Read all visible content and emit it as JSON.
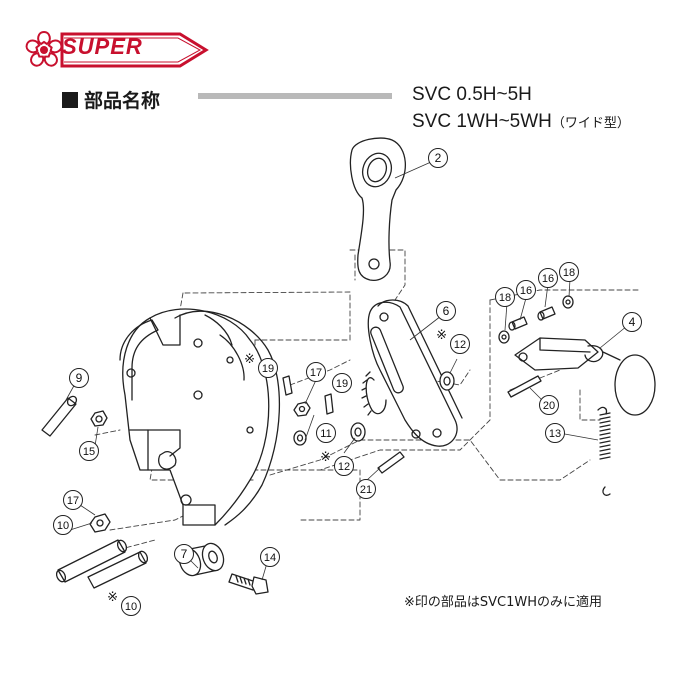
{
  "brand": {
    "name": "SUPER",
    "color": "#c8102e",
    "icon": "cherry-blossom-icon"
  },
  "header": {
    "section_title": "部品名称",
    "model_line_1": "SVC 0.5H~5H",
    "model_line_2": "SVC 1WH~5WH",
    "model_line_2_suffix": "（ワイド型）"
  },
  "footnote": "※印の部品はSVC1WHのみに適用",
  "parts": [
    {
      "id": "2",
      "number": "2",
      "optional": false
    },
    {
      "id": "4",
      "number": "4",
      "optional": false
    },
    {
      "id": "6",
      "number": "6",
      "optional": false
    },
    {
      "id": "7",
      "number": "7",
      "optional": false
    },
    {
      "id": "9",
      "number": "9",
      "optional": false
    },
    {
      "id": "10a",
      "number": "10",
      "optional": false
    },
    {
      "id": "10b",
      "number": "10",
      "optional": true
    },
    {
      "id": "11",
      "number": "11",
      "optional": false
    },
    {
      "id": "12a",
      "number": "12",
      "optional": true
    },
    {
      "id": "12b",
      "number": "12",
      "optional": true
    },
    {
      "id": "13",
      "number": "13",
      "optional": false
    },
    {
      "id": "14",
      "number": "14",
      "optional": false
    },
    {
      "id": "15",
      "number": "15",
      "optional": false
    },
    {
      "id": "16a",
      "number": "16",
      "optional": false
    },
    {
      "id": "16b",
      "number": "16",
      "optional": false
    },
    {
      "id": "17a",
      "number": "17",
      "optional": false
    },
    {
      "id": "17b",
      "number": "17",
      "optional": false
    },
    {
      "id": "18a",
      "number": "18",
      "optional": false
    },
    {
      "id": "18b",
      "number": "18",
      "optional": false
    },
    {
      "id": "19a",
      "number": "19",
      "optional": true
    },
    {
      "id": "19b",
      "number": "19",
      "optional": false
    },
    {
      "id": "20",
      "number": "20",
      "optional": false
    },
    {
      "id": "21",
      "number": "21",
      "optional": false
    }
  ],
  "optional_marker": "※"
}
